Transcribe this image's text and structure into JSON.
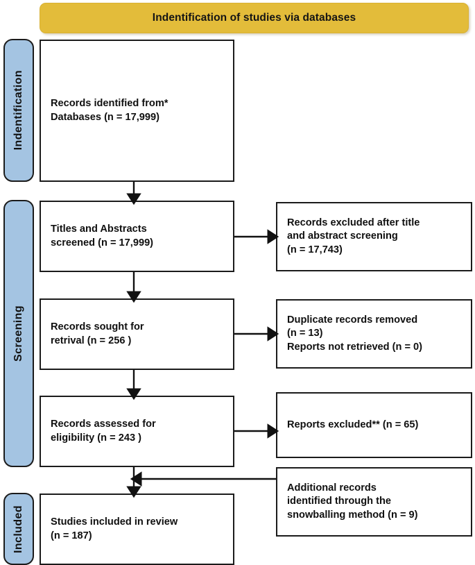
{
  "banner": {
    "title": "Indentification of studies via databases",
    "color": "#e3bc3a"
  },
  "stages": [
    {
      "name": "identification",
      "label": "Indentification",
      "color": "#a4c4e2"
    },
    {
      "name": "screening",
      "label": "Screening",
      "color": "#a4c4e2"
    },
    {
      "name": "included",
      "label": "Included",
      "color": "#a4c4e2"
    }
  ],
  "boxes": {
    "records_identified": "Records identified from*\nDatabases (n = 17,999)",
    "titles_abstracts_screened": "Titles and Abstracts\nscreened (n = 17,999)",
    "records_excluded_title_abstract": "Records excluded after title\nand abstract screening\n (n = 17,743)",
    "records_sought_retrieval": "Records sought for\nretrival (n = 256 )",
    "duplicates_removed": "Duplicate records removed\n(n = 13)\nReports not retrieved (n = 0)",
    "records_assessed_eligibility": "Records assessed for\neligibility (n = 243 )",
    "reports_excluded": "Reports excluded** (n = 65)",
    "additional_records_snowballing": "Additional records\nidentified through the\nsnowballing method (n = 9)",
    "studies_included": "Studies included in review\n(n = 187)"
  },
  "chart_data": {
    "type": "diagram",
    "title": "Indentification of studies via databases",
    "diagram_kind": "PRISMA flow diagram",
    "nodes": [
      {
        "id": "records_identified",
        "stage": "Indentification",
        "column": "left",
        "label": "Records identified from* Databases (n = 17,999)",
        "n": 17999
      },
      {
        "id": "titles_abstracts_screened",
        "stage": "Screening",
        "column": "left",
        "label": "Titles and Abstracts screened (n = 17,999)",
        "n": 17999
      },
      {
        "id": "records_excluded_title_abstract",
        "stage": "Screening",
        "column": "right",
        "label": "Records excluded after title and abstract screening (n = 17,743)",
        "n": 17743
      },
      {
        "id": "records_sought_retrieval",
        "stage": "Screening",
        "column": "left",
        "label": "Records sought for retrival (n = 256 )",
        "n": 256
      },
      {
        "id": "duplicates_removed",
        "stage": "Screening",
        "column": "right",
        "label": "Duplicate records removed (n = 13) Reports not retrieved (n = 0)",
        "n": 13
      },
      {
        "id": "records_assessed_eligibility",
        "stage": "Screening",
        "column": "left",
        "label": "Records assessed for eligibility (n = 243 )",
        "n": 243
      },
      {
        "id": "reports_excluded",
        "stage": "Screening",
        "column": "right",
        "label": "Reports excluded** (n = 65)",
        "n": 65
      },
      {
        "id": "additional_records_snowballing",
        "stage": "Included",
        "column": "right",
        "label": "Additional records identified through the snowballing method (n = 9)",
        "n": 9
      },
      {
        "id": "studies_included",
        "stage": "Included",
        "column": "left",
        "label": "Studies included in review (n = 187)",
        "n": 187
      }
    ],
    "edges": [
      {
        "from": "records_identified",
        "to": "titles_abstracts_screened",
        "direction": "down"
      },
      {
        "from": "titles_abstracts_screened",
        "to": "records_excluded_title_abstract",
        "direction": "right"
      },
      {
        "from": "titles_abstracts_screened",
        "to": "records_sought_retrieval",
        "direction": "down"
      },
      {
        "from": "records_sought_retrieval",
        "to": "duplicates_removed",
        "direction": "right"
      },
      {
        "from": "records_sought_retrieval",
        "to": "records_assessed_eligibility",
        "direction": "down"
      },
      {
        "from": "records_assessed_eligibility",
        "to": "reports_excluded",
        "direction": "right"
      },
      {
        "from": "records_assessed_eligibility",
        "to": "studies_included",
        "direction": "down"
      },
      {
        "from": "additional_records_snowballing",
        "to": "studies_included",
        "direction": "left"
      }
    ]
  }
}
